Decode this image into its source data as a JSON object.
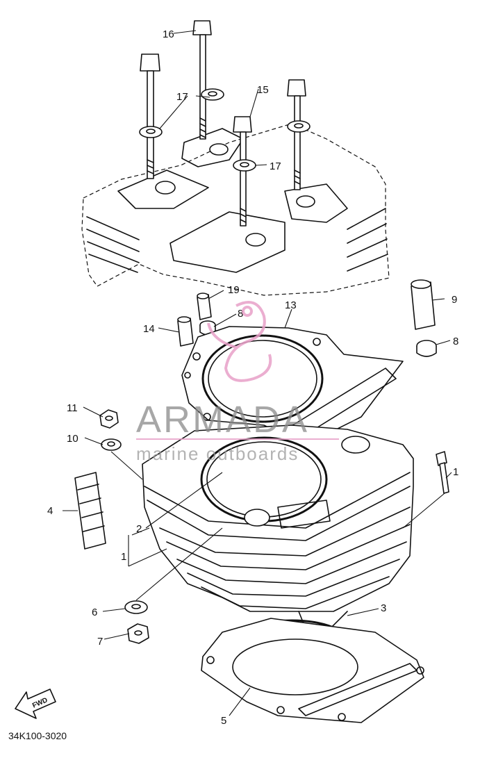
{
  "callouts": {
    "c1": "1",
    "c1b": "1",
    "c2": "2",
    "c3": "3",
    "c4": "4",
    "c5": "5",
    "c6": "6",
    "c7": "7",
    "c8a": "8",
    "c8b": "8",
    "c9": "9",
    "c10": "10",
    "c11": "11",
    "c13": "13",
    "c14": "14",
    "c15": "15",
    "c16": "16",
    "c17a": "17",
    "c17b": "17",
    "c19": "19"
  },
  "diagram_code": "34K100-3020",
  "fwd_label": "FWD",
  "watermark": {
    "brand": "ARMADA",
    "subtitle": "marine outboards",
    "brand_color": "#8a8a8a",
    "logo_color": "#e8a0c8"
  }
}
